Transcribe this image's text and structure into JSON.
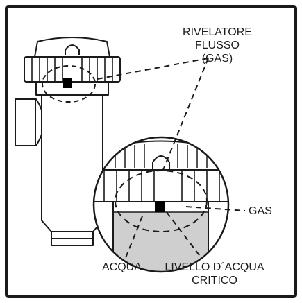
{
  "labels": {
    "flow_detector_line1": "RIVELATORE",
    "flow_detector_line2": "FLUSSO",
    "flow_detector_line3": "(GAS)",
    "gas": "GAS",
    "water": "ACQUA",
    "critical_level_line1": "LIVELLO D´ACQUA",
    "critical_level_line2": "CRITICO"
  },
  "colors": {
    "line": "#1a1a1a",
    "water": "#cfcfcf",
    "sensor": "#000000",
    "background": "#ffffff"
  }
}
